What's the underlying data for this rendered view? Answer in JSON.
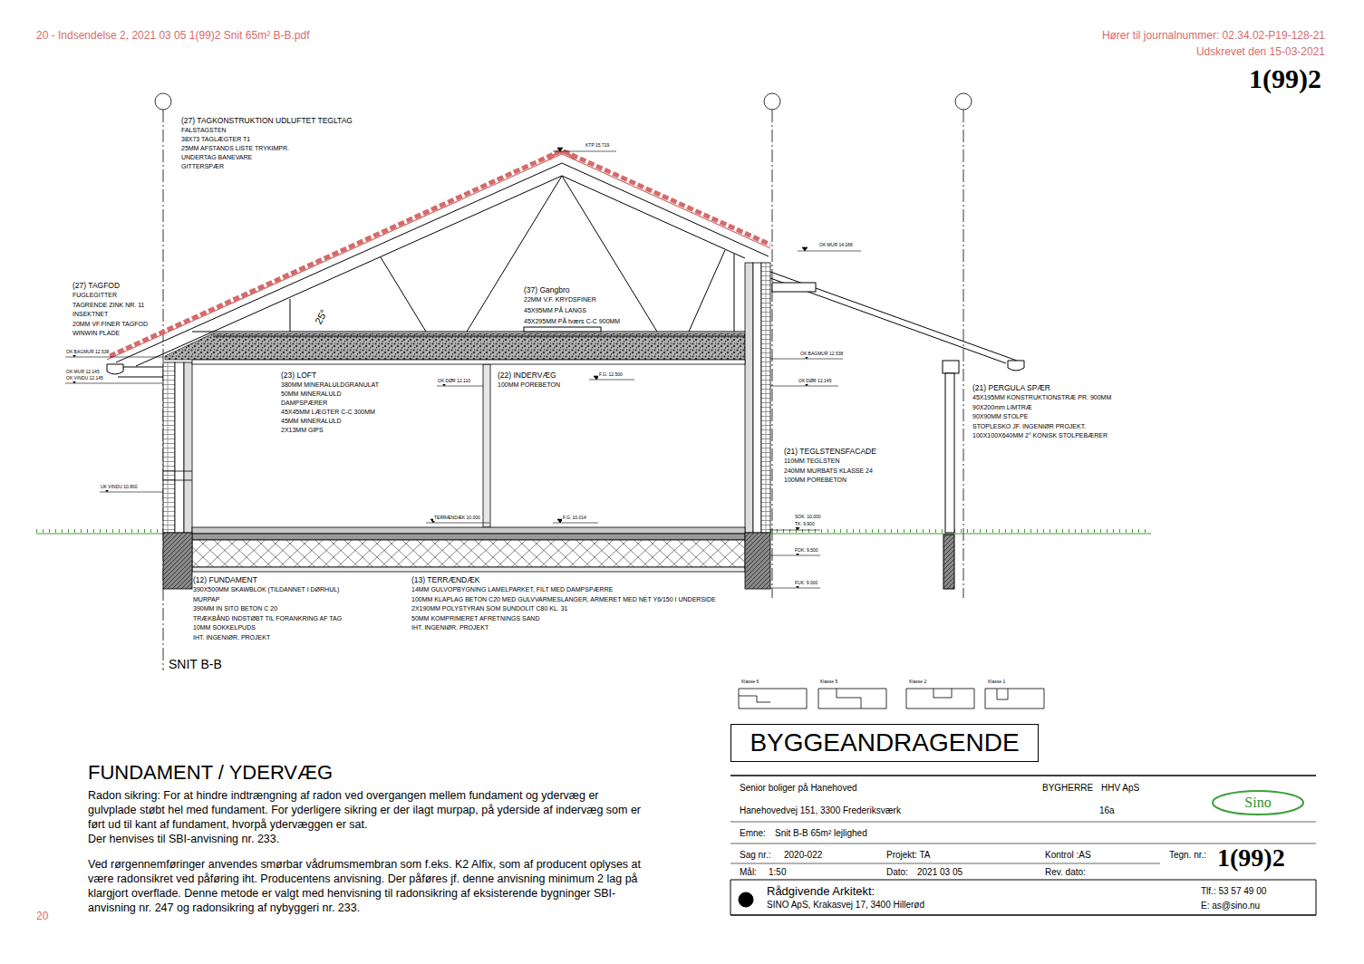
{
  "diagram": {
    "nodes": [
      {
        "text": [
          "BYGGEANDRAGENDE"
        ]
      },
      {
        "text": [
          "Senior boliger på Hanehoved",
          "BYGHERRE",
          "HHV ApS",
          "Hanehovedvej 151, 3300 Frederiksværk",
          "16a",
          "Emne:",
          "Snit B-B 65m² lejlighed",
          "Sag nr.:",
          "2020-022",
          "Projekt: TA",
          "Kontrol :AS",
          "Tegn. nr.:",
          "1(99)2",
          "Mål:",
          "1:50",
          "Dato:",
          "2021 03 05",
          "Rev. dato:",
          "Rådgivende Arkitekt:",
          "SINO ApS, Krakasvej 17, 3400 Hillerød",
          "Tlf.: 53 57 49 00",
          "E: as@sino.nu"
        ]
      },
      {
        "text": [
          "Sino"
        ],
        "in": 1
      }
    ],
    "labels": [
      "20 - Indsendelse 2, 2021 03 05 1(99)2 Snit 65m² B-B.pdf",
      "Hører til journalnummer: 02.34.02-P19-128-21",
      "Udskrevet den 15-03-2021",
      "1(99)2",
      "(27) TAGKONSTRUKTION UDLUFTET TEGLTAG",
      "FALSTAGSTEN",
      "38X73 TAGLÆGTER T1",
      "25MM AFSTANDS LISTE TRYKIMPR.",
      "UNDERTAG BANEVARE",
      "GITTERSPÆR",
      "KTP 15.719",
      "OK MUR 14.188",
      "(27) TAGFOD",
      "FUGLEGITTER",
      "TAGRENDE ZINK NR. 11",
      "INSEKTNET",
      "20MM VF.FINER TAGFOD",
      "WINWIN PLADE",
      "25°",
      "OK BAGMUR 12.538",
      "OK MUR 12.145",
      "OK VINDU 12.145",
      "(37) Gangbro",
      "22MM V.F. KRYDSFINER",
      "45X95MM PÅ LANGS",
      "45X295MM PÅ tværs C-C 900MM",
      "(23) LOFT",
      "380MM MINERALULDGRANULAT",
      "50MM MINERALULD",
      "DAMPSPÆRER",
      "45X45MM LÆGTER C-C 300MM",
      "45MM MINERALULD",
      "2X13MM GIPS",
      "OK DØR 12.110",
      "(22) INDERVÆG",
      "100MM POREBETON",
      "F.G. 12.500",
      "OK BAGMUR 12.538",
      "OK DØR 12.145",
      "(21) PERGULA SPÆR",
      "45X195MM KONSTRUKTIONSTRÆ PR. 900MM",
      "90X200mm LIMTRÆ",
      "90X90MM STOLPE",
      "STOPLESKO JF. INGENIØR PROJEKT.",
      "100X100X640MM 2° KONISK STOLPEBÆRER",
      "UK VINDU 10.800",
      "(21) TEGLSTENSFACADE",
      "110MM TEGLSTEN",
      "240MM MURBATS KLASSE 24",
      "100MM POREBETON",
      "TERRÆNDÆK 10.000",
      "F.G. 10.014",
      "SOK. 10.000",
      "TK. 9.900",
      "FOK. 9.500",
      "FUK. 9.000",
      "(12) FUNDAMENT",
      "390X500MM SKAWBLOK (TILDANNET I DØRHUL)",
      "MURPAP",
      "390MM IN SITO BETON C 20",
      "TRÆKBÅND INDSTØBT TIL FORANKRING AF TAG",
      "10MM SOKKELPUDS",
      "IHT. INGENIØR. PROJEKT",
      "(13) TERRÆNDÆK",
      "14MM GULVOPBYGNING LAMELPARKET, FILT MED DAMPSPÆRRE",
      "100MM KLAPLAG BETON C20 MED GULVVARMESLANGER, ARMERET MED NET Y6/150 I UNDERSIDE",
      "2X190MM POLYSTYRAN SOM SUNDOLIT C80 KL. 31",
      "50MM KOMPRIMERET AFRETNINGS SAND",
      "IHT. INGENIØR. PROJEKT",
      "SNIT B-B",
      "Klasse 6",
      "Klasse 5",
      "Klasse 2",
      "Klasse 1",
      "FUNDAMENT / YDERVÆG",
      "Radon sikring: For at hindre indtrængning af radon ved overgangen mellem fundament og ydervæg er gulvplade støbt hel med fundament. For yderligere sikring er der ilagt murpap, på yderside af indervæg som er ført ud til kant af fundament, hvorpå ydervæggen er sat.",
      "Der henvises til SBI-anvisning nr. 233.",
      "Ved rørgennemføringer anvendes smørbar vådrumsmembran som f.eks. K2 Alfix, som af producent oplyses at være radonsikret ved påføring iht. Producentens anvisning. Der påføres jf. denne anvisning minimum 2 lag på klargjort overflade. Denne metode er valgt med henvisning til radonsikring af eksisterende bygninger SBI-anvisning nr. 247 og radonsikring af nybyggeri nr. 233.",
      "20"
    ]
  }
}
